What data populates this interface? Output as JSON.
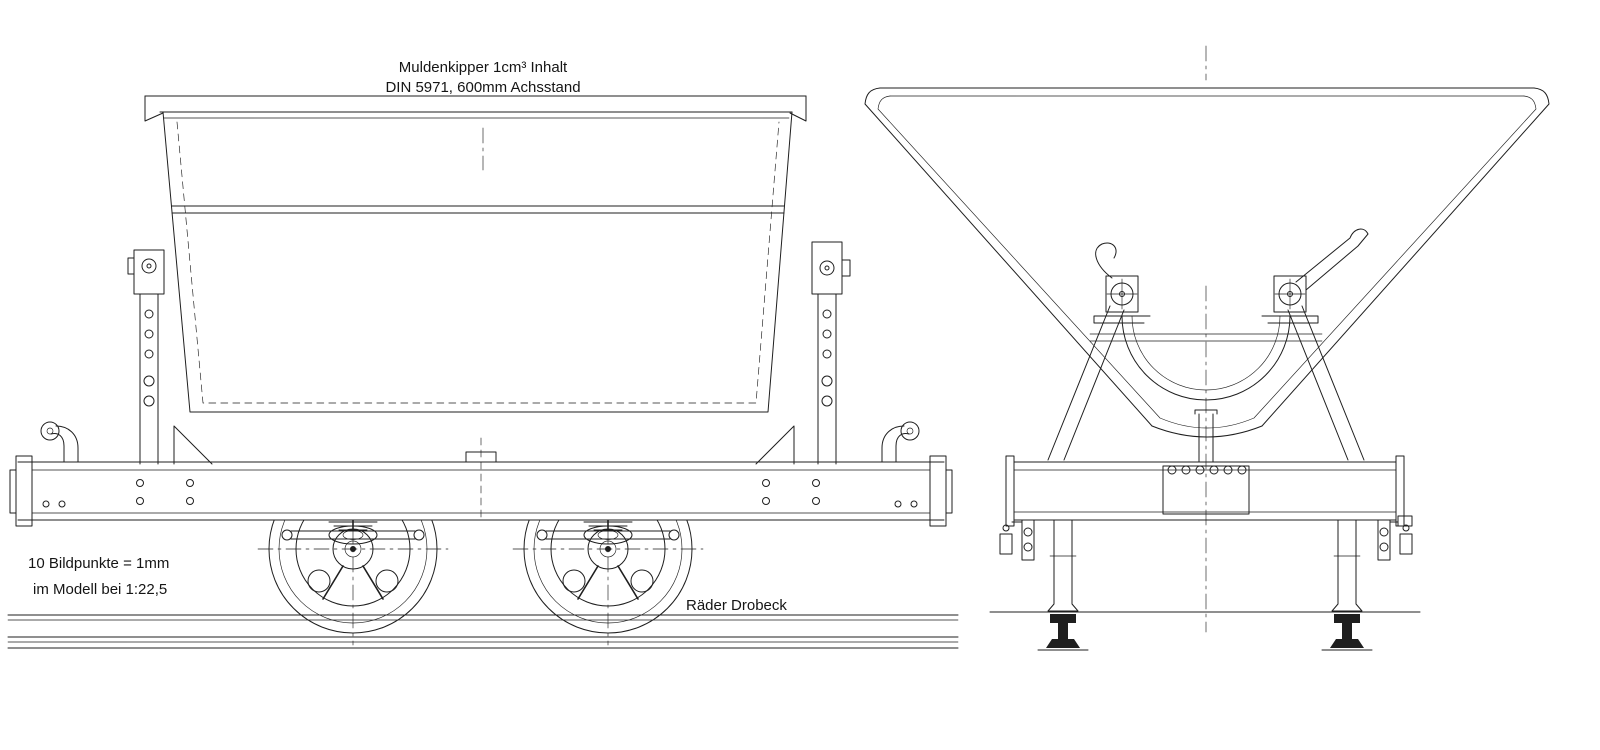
{
  "page": {
    "background": "#ffffff",
    "line_color": "#1f1f1f"
  },
  "annotations": {
    "title_line1": "Muldenkipper 1cm³ Inhalt",
    "title_line2": "DIN 5971, 600mm Achsstand",
    "scale_note_line1": "10 Bildpunkte = 1mm",
    "scale_note_line2": "im Modell bei 1:22,5",
    "wheel_credit": "Räder Drobeck"
  }
}
